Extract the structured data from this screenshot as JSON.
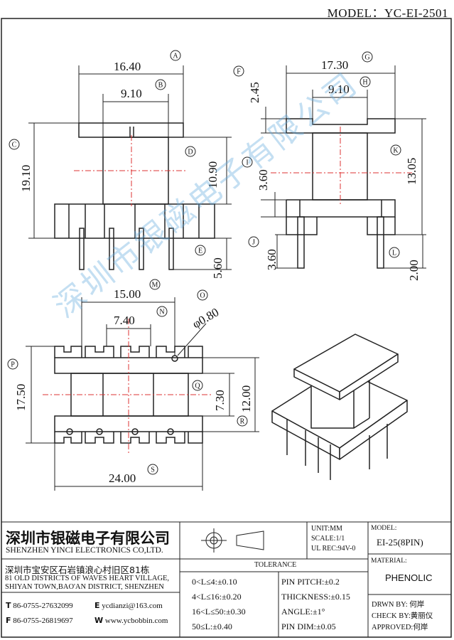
{
  "header": {
    "model_title": "MODEL：YC-EI-2501"
  },
  "dims": {
    "A": "16.40",
    "B": "9.10",
    "C": "19.10",
    "D": "10.90",
    "E": "5.60",
    "F": "2.45",
    "G": "17.30",
    "H": "9.10",
    "I": "3.60",
    "J": "3.60",
    "K": "13.05",
    "L": "2.00",
    "M": "15.00",
    "N": "7.40",
    "O": "φ0.80",
    "P": "17.50",
    "Q": "7.30",
    "R": "12.00",
    "S": "24.00"
  },
  "callouts": [
    "A",
    "B",
    "C",
    "D",
    "E",
    "F",
    "G",
    "H",
    "I",
    "J",
    "K",
    "L",
    "M",
    "N",
    "O",
    "P",
    "Q",
    "R",
    "S"
  ],
  "watermark": "深圳市银磁电子有限公司",
  "company": {
    "name_cn": "深圳市银磁电子有限公司",
    "name_en": "SHENZHEN YINCI ELECTRONICS CO,LTD.",
    "address_cn": "深圳市宝安区石岩镇浪心村旧区81栋",
    "address_en_1": "81 OLD DISTRICTS OF WAVES HEART VILLAGE,",
    "address_en_2": "SHIYAN TOWN,BAO'AN DISTRICT, SHENZHEN",
    "tel_label": "T",
    "tel": "86-0755-27632099",
    "email_label": "E",
    "email": "ycdianzi@163.com",
    "fax_label": "F",
    "fax": "86-0755-26819697",
    "web_label": "W",
    "web": "www.ycbobbin.com"
  },
  "specs": {
    "unit": "UNIT:MM",
    "scale": "SCALE:1/1",
    "ul": "UL REC:94V-0"
  },
  "model": {
    "label": "MODEL:",
    "value": "EI-25(8PIN)"
  },
  "material": {
    "label": "MATERIAL:",
    "value": "PHENOLIC"
  },
  "tolerance": {
    "title": "TOLERANCE",
    "left": [
      "0<L≤4:±0.10",
      "4<L≤16:±0.20",
      "16<L≤50:±0.30",
      "50≤L:±0.40"
    ],
    "right": [
      "PIN PITCH:±0.2",
      "THICKNESS:±0.15",
      "ANGLE:±1°",
      "PIN DIM:±0.05"
    ]
  },
  "approvals": {
    "drawn": "DRWN BY: 何岸",
    "check": "CHECK BY:黄丽仪",
    "approved": "APPROVED:何岸"
  }
}
